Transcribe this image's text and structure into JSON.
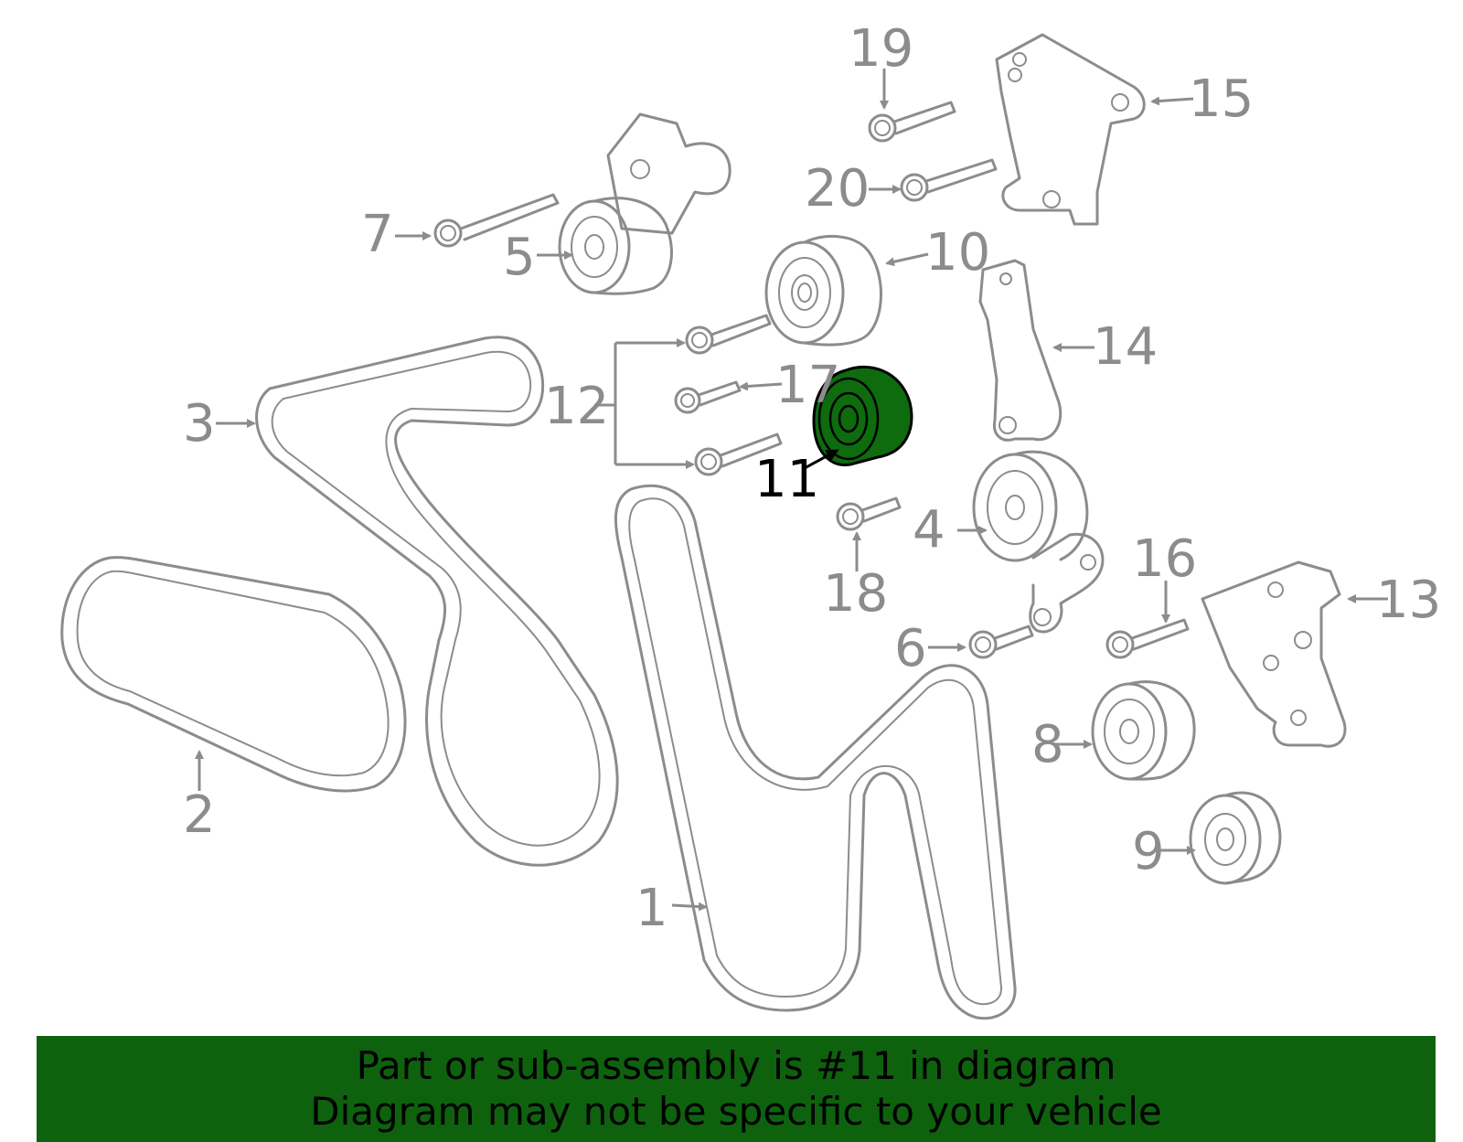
{
  "diagram": {
    "callouts": [
      "1",
      "2",
      "3",
      "4",
      "5",
      "6",
      "7",
      "8",
      "9",
      "10",
      "11",
      "12",
      "13",
      "14",
      "15",
      "16",
      "17",
      "18",
      "19",
      "20"
    ],
    "highlighted_callout": "11",
    "colors": {
      "part_stroke": "#8c8c8c",
      "highlight_fill": "#0e6b0e",
      "banner_bg": "#0e620e",
      "label_text": "#8c8c8c"
    }
  },
  "banner": {
    "line1": "Part or sub-assembly is #11 in diagram",
    "line2": "Diagram may not be specific to your vehicle"
  }
}
